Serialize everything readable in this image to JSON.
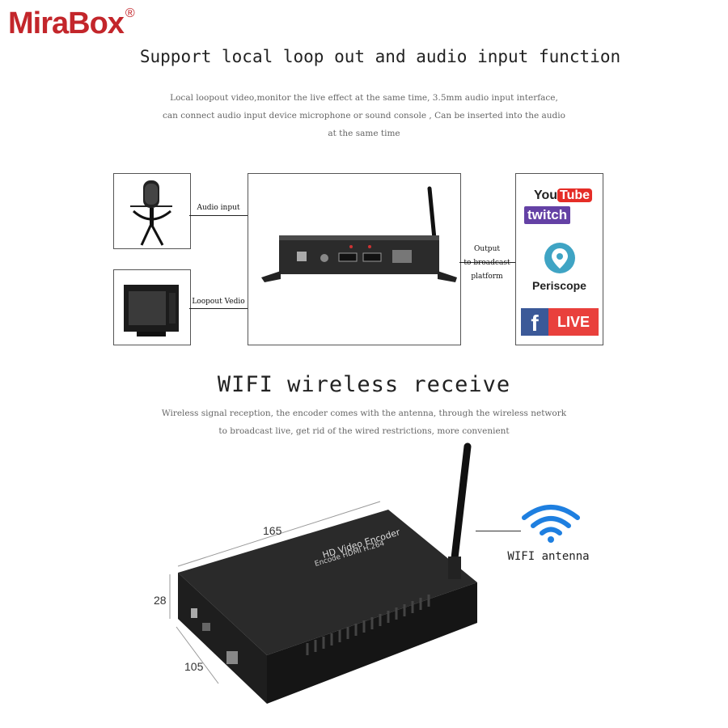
{
  "brand": {
    "name": "MiraBox",
    "reg": "®"
  },
  "section1": {
    "title": "Support local loop out and audio input function",
    "desc": [
      "Local loopout video,monitor the live effect at the same time, 3.5mm audio input interface,",
      "can connect audio input device microphone or sound console , Can be inserted into the audio",
      "at the same time"
    ]
  },
  "diagram": {
    "audio_label": "Audio input",
    "loopout_label": "Loopout Vedio",
    "output_label": [
      "Output",
      "to broadcast",
      "platform"
    ],
    "platforms": {
      "youtube_you": "You",
      "youtube_tube": "Tube",
      "twitch": "twitch",
      "periscope": "Periscope",
      "fb_live": "LIVE"
    }
  },
  "section2": {
    "title": "WIFI wireless receive",
    "desc": [
      "Wireless signal reception, the encoder comes with the antenna, through the wireless network",
      "to broadcast live, get rid of the wired restrictions, more convenient"
    ]
  },
  "device": {
    "dim_length": "165",
    "dim_height": "28",
    "dim_depth": "105",
    "antenna_label": "WIFI antenna",
    "top_label": "HD Video Encoder",
    "top_label2": "Encode HDMI H.264"
  }
}
